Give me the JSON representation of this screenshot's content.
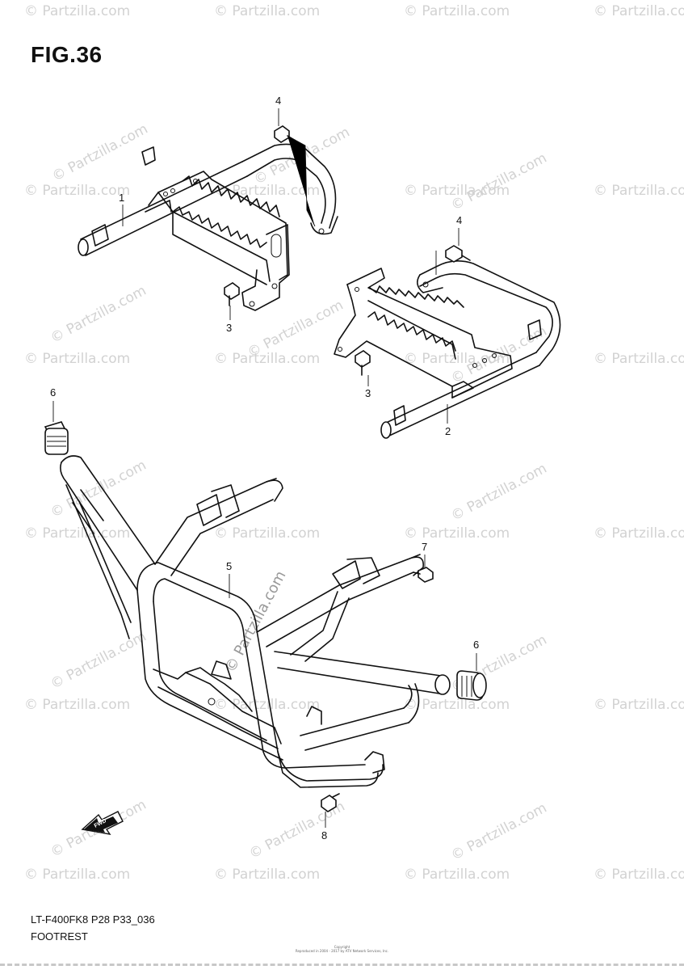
{
  "figure": {
    "title": "FIG.36",
    "model_code": "LT-F400FK8 P28 P33_036",
    "name": "FOOTREST",
    "copyright_line1": "Copyright",
    "copyright_line2": "Reproduced in 2004 - 2017 by ATV Network Services, Inc."
  },
  "watermark": {
    "text": "© Partzilla.com",
    "center_text": "© Partzilla.com",
    "color": "#d2d2d2"
  },
  "callouts": [
    {
      "number": "1",
      "part": "footrest-left"
    },
    {
      "number": "2",
      "part": "footrest-right"
    },
    {
      "number": "3",
      "part": "bolt-left-footrest"
    },
    {
      "number": "3",
      "part": "bolt-right-footrest"
    },
    {
      "number": "4",
      "part": "bolt-left-bracket"
    },
    {
      "number": "4",
      "part": "bolt-right-bracket"
    },
    {
      "number": "5",
      "part": "front-bumper-guard"
    },
    {
      "number": "6",
      "part": "cap-left"
    },
    {
      "number": "6",
      "part": "cap-right"
    },
    {
      "number": "7",
      "part": "bolt-guard-upper"
    },
    {
      "number": "8",
      "part": "bolt-guard-lower"
    }
  ],
  "fwd_arrow": {
    "label": "FWD"
  }
}
